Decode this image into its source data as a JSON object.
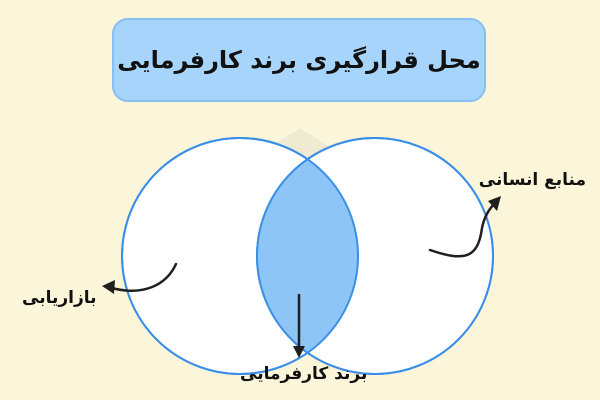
{
  "title": "محل قرارگیری برند کارفرمایی",
  "labels": {
    "hr": "منابع انسانی",
    "marketing": "بازاریابی",
    "employer_brand": "برند کارفرمایی"
  },
  "colors": {
    "background": "#fbf6d9",
    "title_box": "#a7d4fb",
    "circle_stroke": "#3b8fe6",
    "intersection_fill": "#8ec5f7"
  }
}
